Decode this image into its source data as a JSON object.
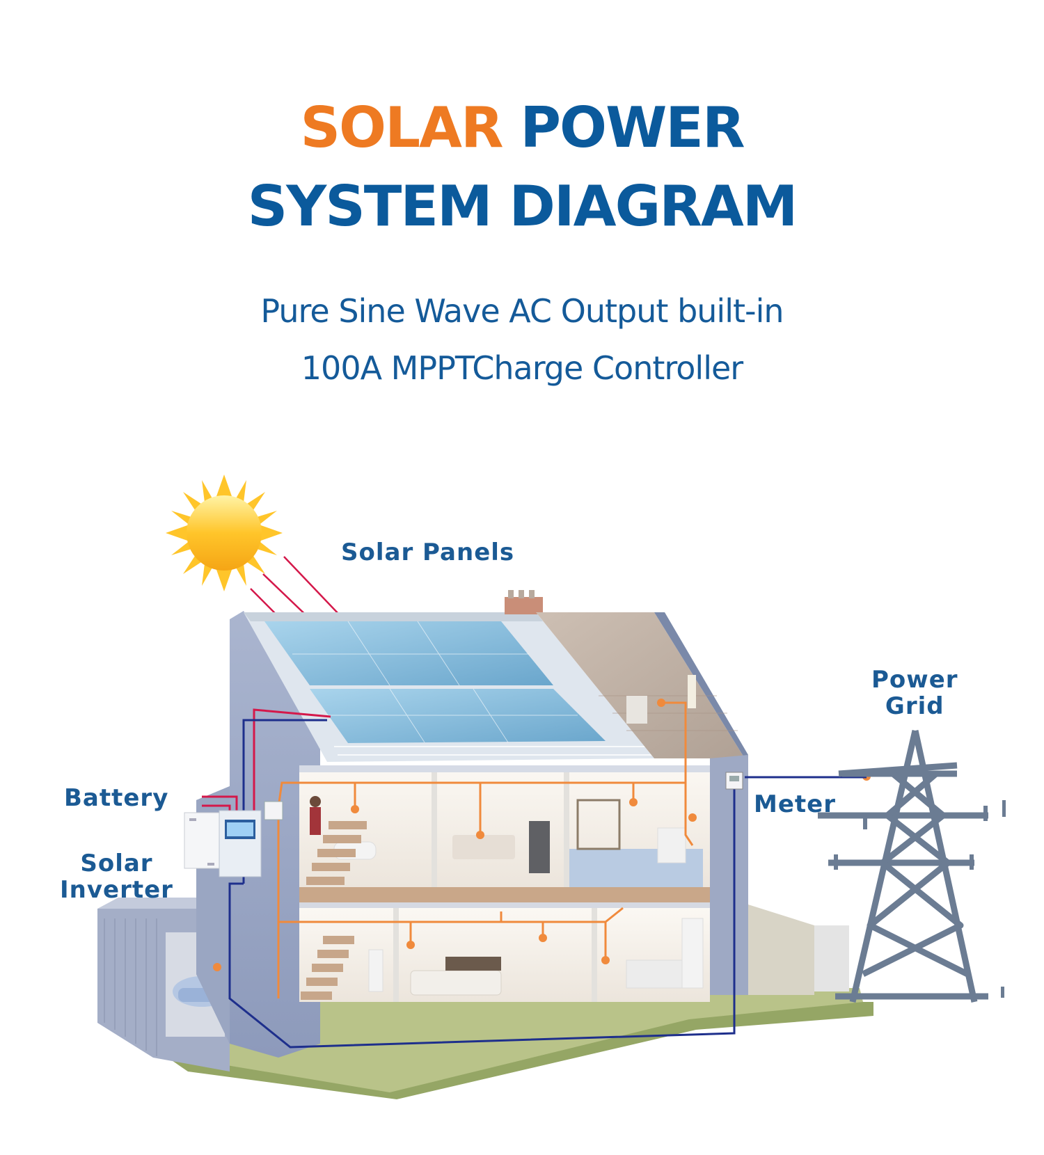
{
  "title": {
    "word1": "SOLAR",
    "word2": "POWER",
    "line2": "SYSTEM DIAGRAM"
  },
  "subtitle": {
    "line1": "Pure Sine Wave AC Output built-in",
    "line2": "100A MPPTCharge Controller"
  },
  "labels": {
    "solar_panels": "Solar Panels",
    "battery": "Battery",
    "solar_inverter_line1": "Solar",
    "solar_inverter_line2": "Inverter",
    "meter": "Meter",
    "power_grid_line1": "Power",
    "power_grid_line2": "Grid"
  },
  "colors": {
    "title_orange": "#ee7a22",
    "title_blue": "#0b5a9c",
    "subtitle_blue": "#145a99",
    "label_blue": "#1b5a94",
    "wire_orange": "#f08a3c",
    "wire_red": "#d4184a",
    "wire_navy": "#1e2f8c",
    "sun_yellow": "#ffc52a"
  },
  "icons": [
    "sun-icon",
    "house-illustration",
    "transmission-tower-icon",
    "battery-icon",
    "inverter-icon",
    "meter-icon"
  ]
}
